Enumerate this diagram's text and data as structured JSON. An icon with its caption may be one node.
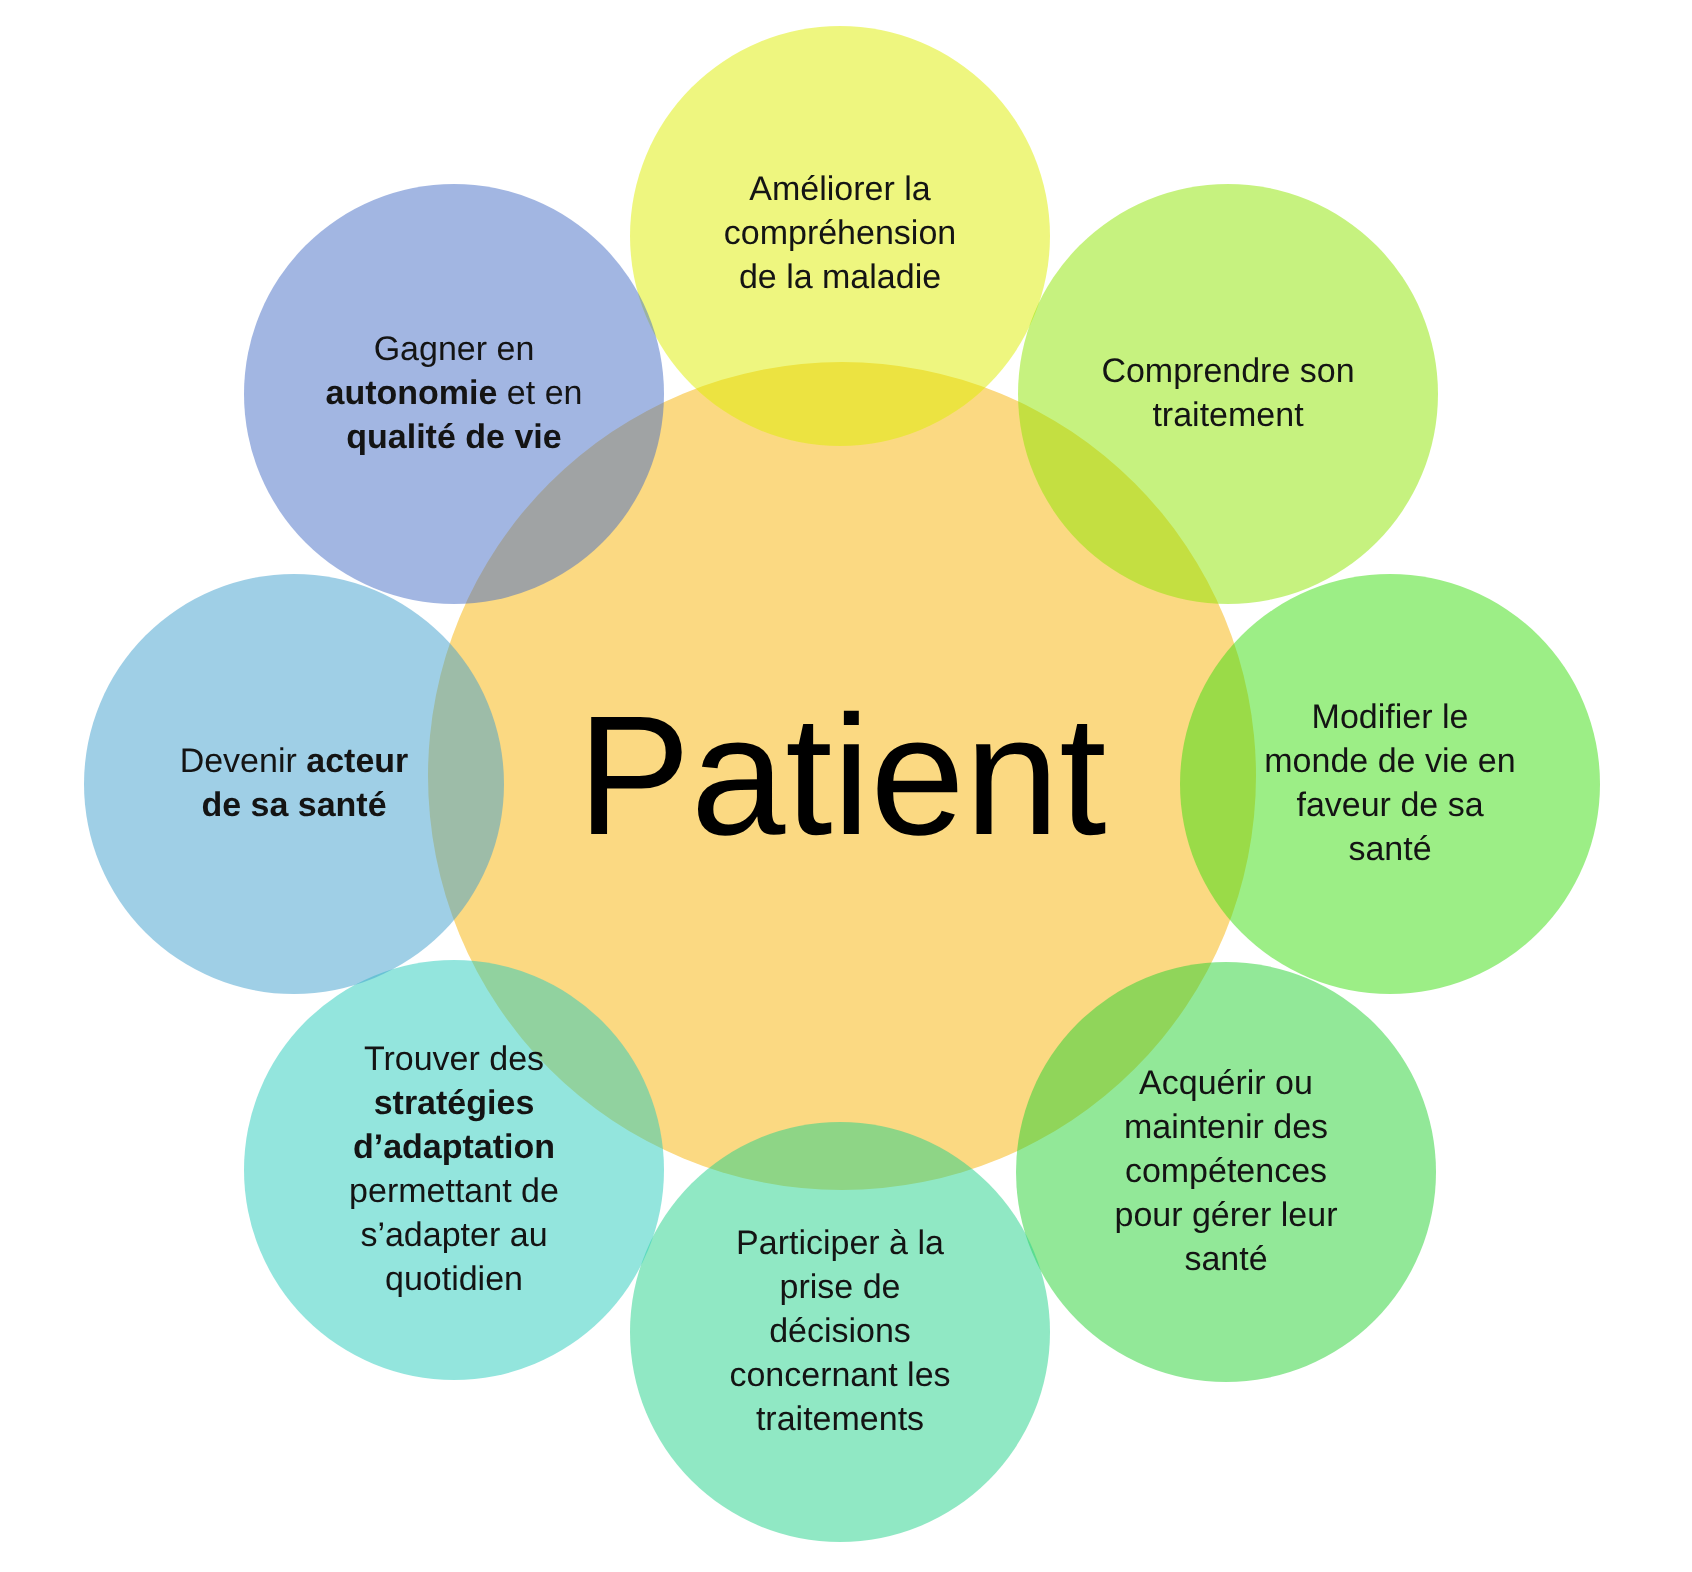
{
  "diagram": {
    "nodes": [
      {
        "text": [
          "Patient"
        ]
      },
      {
        "text": [
          "Améliorer la compréhension de la maladie"
        ]
      },
      {
        "text": [
          "Comprendre son traitement"
        ]
      },
      {
        "text": [
          "Modifier le monde de vie en faveur de sa santé"
        ]
      },
      {
        "text": [
          "Acquérir ou maintenir des compétences pour gérer leur santé"
        ]
      },
      {
        "text": [
          "Participer à la prise de décisions concernant les traitements"
        ]
      },
      {
        "text": [
          "Trouver des **stratégies d’adaptation** permettant de s’adapter au quotidien"
        ]
      },
      {
        "text": [
          "Devenir **acteur de sa santé**"
        ]
      },
      {
        "text": [
          "Gagner en **autonomie** et en **qualité de vie**"
        ]
      }
    ]
  }
}
